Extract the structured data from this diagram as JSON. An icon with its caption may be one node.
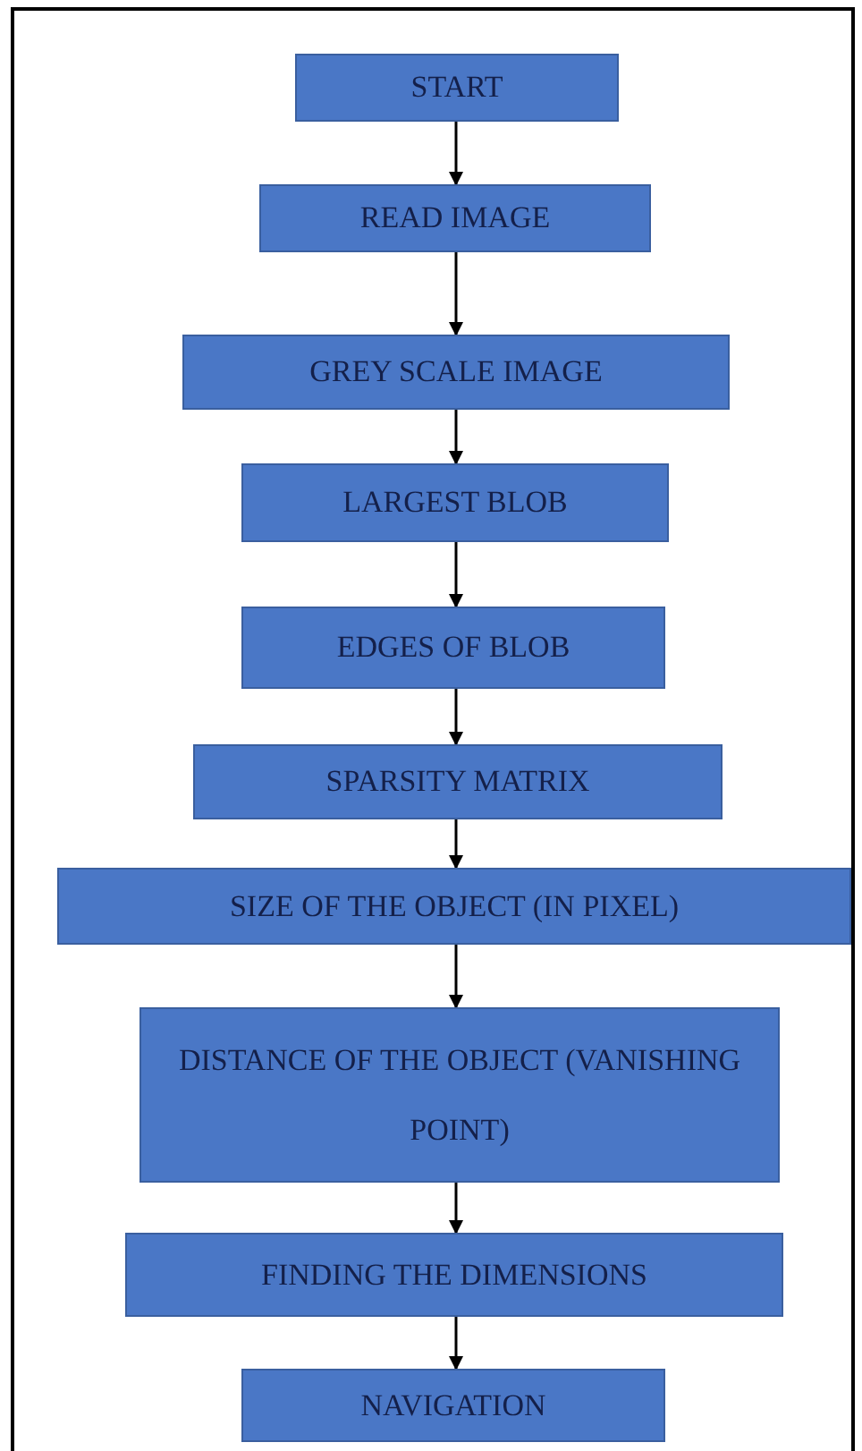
{
  "diagram": {
    "nodes": [
      {
        "text": [
          "START"
        ]
      },
      {
        "text": [
          "READ IMAGE"
        ]
      },
      {
        "text": [
          "GREY SCALE IMAGE"
        ]
      },
      {
        "text": [
          "LARGEST BLOB"
        ]
      },
      {
        "text": [
          "EDGES OF BLOB"
        ]
      },
      {
        "text": [
          "SPARSITY MATRIX"
        ]
      },
      {
        "text": [
          "SIZE OF THE OBJECT (IN PIXEL)"
        ]
      },
      {
        "text": [
          "DISTANCE OF THE OBJECT (VANISHING POINT)"
        ]
      },
      {
        "text": [
          "FINDING THE DIMENSIONS"
        ]
      },
      {
        "text": [
          "NAVIGATION"
        ]
      }
    ],
    "edges": [
      {
        "from": 0,
        "to": 1,
        "arrow": "to"
      },
      {
        "from": 1,
        "to": 2,
        "arrow": "to"
      },
      {
        "from": 2,
        "to": 3,
        "arrow": "to"
      },
      {
        "from": 3,
        "to": 4,
        "arrow": "to"
      },
      {
        "from": 4,
        "to": 5,
        "arrow": "to"
      },
      {
        "from": 5,
        "to": 6,
        "arrow": "to"
      },
      {
        "from": 6,
        "to": 7,
        "arrow": "to"
      },
      {
        "from": 7,
        "to": 8,
        "arrow": "to"
      },
      {
        "from": 8,
        "to": 9,
        "arrow": "to"
      }
    ]
  }
}
